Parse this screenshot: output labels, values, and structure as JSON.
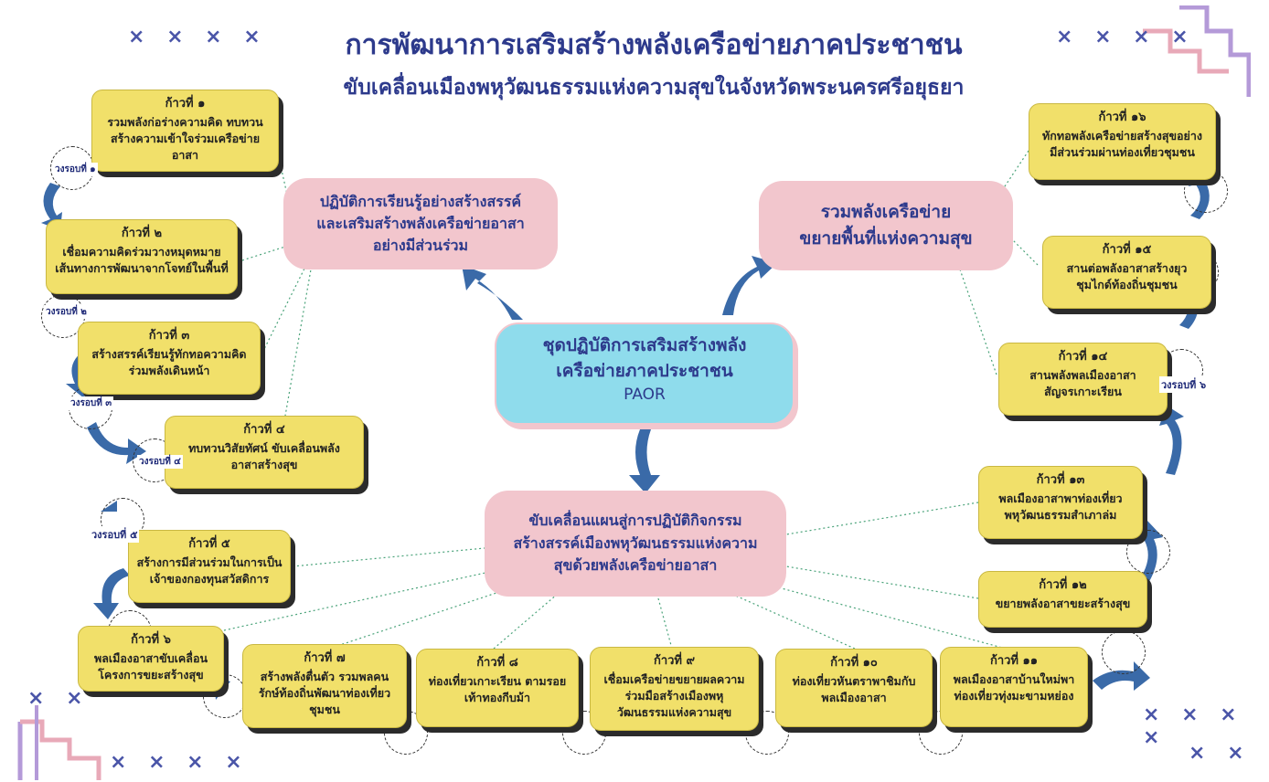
{
  "header": {
    "title": "การพัฒนาการเสริมสร้างพลังเครือข่ายภาคประชาชน",
    "subtitle": "ขับเคลื่อนเมืองพหุวัฒนธรรมแห่งความสุขในจังหวัดพระนครศรีอยุธยา"
  },
  "decor": {
    "x_marks": "× × × ×",
    "x_marks_short": "× ×"
  },
  "center": {
    "title": "ชุดปฏิบัติการเสริมสร้างพลัง\nเครือข่ายภาคประชาชน",
    "code": "PAOR"
  },
  "hubs": {
    "left": "ปฏิบัติการเรียนรู้อย่างสร้างสรรค์\nและเสริมสร้างพลังเครือข่ายอาสา\nอย่างมีส่วนร่วม",
    "right": "รวมพลังเครือข่าย\nขยายพื้นที่แห่งความสุข",
    "bottom": "ขับเคลื่อนแผนสู่การปฏิบัติกิจกรรม\nสร้างสรรค์เมืองพหุวัฒนธรรมแห่งความ\nสุขด้วยพลังเครือข่ายอาสา"
  },
  "steps": [
    {
      "title": "ก้าวที่ ๑",
      "body": "รวมพลังก่อร่างความคิด ทบทวน\nสร้างความเข้าใจร่วมเครือข่ายอาสา"
    },
    {
      "title": "ก้าวที่ ๒",
      "body": "เชื่อมความคิดร่วมวางหมุดหมาย\nเส้นทางการพัฒนาจากโจทย์ในพื้นที่"
    },
    {
      "title": "ก้าวที่ ๓",
      "body": "สร้างสรรค์เรียนรู้ทักทอความคิด\nร่วมพลังเดินหน้า"
    },
    {
      "title": "ก้าวที่ ๔",
      "body": "ทบทวนวิสัยทัศน์ ขับเคลื่อนพลัง\nอาสาสร้างสุข"
    },
    {
      "title": "ก้าวที่ ๕",
      "body": "สร้างการมีส่วนร่วมในการเป็น\nเจ้าของกองทุนสวัสดิการ"
    },
    {
      "title": "ก้าวที่ ๖",
      "body": "พลเมืองอาสาขับเคลื่อน\nโครงการขยะสร้างสุข"
    },
    {
      "title": "ก้าวที่ ๗",
      "body": "สร้างพลังตื่นตัว รวมพลคน\nรักษ์ท้องถิ่นพัฒนาท่องเที่ยว\nชุมชน"
    },
    {
      "title": "ก้าวที่ ๘",
      "body": "ท่องเที่ยวเกาะเรียน ตามรอย\nเท้าทองกีบม้า"
    },
    {
      "title": "ก้าวที่ ๙",
      "body": "เชื่อมเครือข่ายขยายผลความ\nร่วมมือสร้างเมืองพหุ\nวัฒนธรรมแห่งความสุข"
    },
    {
      "title": "ก้าวที่ ๑๐",
      "body": "ท่องเที่ยวหันตราพาชิมกับ\nพลเมืองอาสา"
    },
    {
      "title": "ก้าวที่ ๑๑",
      "body": "พลเมืองอาสาบ้านใหม่พา\nท่องเที่ยวทุ่งมะขามหย่อง"
    },
    {
      "title": "ก้าวที่ ๑๒",
      "body": "ขยายพลังอาสาขยะสร้างสุข"
    },
    {
      "title": "ก้าวที่ ๑๓",
      "body": "พลเมืองอาสาพาท่องเที่ยว\nพหุวัฒนธรรมสำเภาล่ม"
    },
    {
      "title": "ก้าวที่ ๑๔",
      "body": "สานพลังพลเมืองอาสา\nสัญจรเกาะเรียน"
    },
    {
      "title": "ก้าวที่ ๑๕",
      "body": "สานต่อพลังอาสาสร้างยุว\nชุมไกด์ท้องถิ่นชุมชน"
    },
    {
      "title": "ก้าวที่ ๑๖",
      "body": "ทักทอพลังเครือข่ายสร้างสุขอย่าง\nมีส่วนร่วมผ่านท่องเที่ยวชุมชน"
    }
  ],
  "rounds": [
    "วงรอบที่ ๑",
    "วงรอบที่ ๒",
    "วงรอบที่ ๓",
    "วงรอบที่ ๔",
    "วงรอบที่ ๕",
    "วงรอบที่ ๖"
  ],
  "colors": {
    "title": "#2d3a8c",
    "step_fill": "#f1e06a",
    "hub_fill": "#f2c6cd",
    "center_fill": "#8fdcec",
    "arrow": "#3a6aa8",
    "connector": "#4aa37a"
  }
}
